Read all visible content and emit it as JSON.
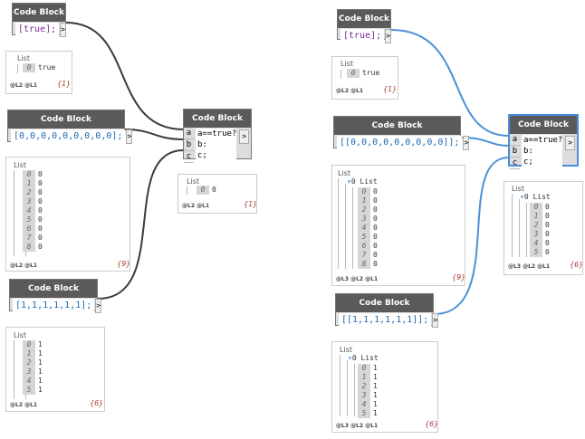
{
  "colors": {
    "wire_left": "#3b3b3b",
    "wire_right": "#4a90d9",
    "selected_border": "#4a90d9",
    "title_bar": "#5a5a5a",
    "count_text": "#a33b2f"
  },
  "node_title": "Code Block",
  "out_glyph": ">",
  "ports": [
    "a",
    "b",
    "c"
  ],
  "code_lines": [
    "a==true?",
    "b:",
    "c;"
  ],
  "list_label": "List",
  "left": {
    "true_node": {
      "code": "[true];"
    },
    "zeros_node": {
      "code": "[0,0,0,0,0,0,0,0,0];"
    },
    "ones_node": {
      "code": "[1,1,1,1,1,1];"
    },
    "watch_true": {
      "items": [
        {
          "i": "0",
          "v": "true"
        }
      ],
      "levels": "@L2 @L1",
      "count": "{1}"
    },
    "watch_zeros": {
      "items": [
        {
          "i": "0",
          "v": "0"
        },
        {
          "i": "1",
          "v": "0"
        },
        {
          "i": "2",
          "v": "0"
        },
        {
          "i": "3",
          "v": "0"
        },
        {
          "i": "4",
          "v": "0"
        },
        {
          "i": "5",
          "v": "0"
        },
        {
          "i": "6",
          "v": "0"
        },
        {
          "i": "7",
          "v": "0"
        },
        {
          "i": "8",
          "v": "0"
        }
      ],
      "levels": "@L2 @L1",
      "count": "{9}"
    },
    "watch_ones": {
      "items": [
        {
          "i": "0",
          "v": "1"
        },
        {
          "i": "1",
          "v": "1"
        },
        {
          "i": "2",
          "v": "1"
        },
        {
          "i": "3",
          "v": "1"
        },
        {
          "i": "4",
          "v": "1"
        },
        {
          "i": "5",
          "v": "1"
        }
      ],
      "levels": "@L2 @L1",
      "count": "{6}"
    },
    "watch_result": {
      "items": [
        {
          "i": "0",
          "v": "0"
        }
      ],
      "levels": "@L2 @L1",
      "count": "{1}"
    }
  },
  "right": {
    "true_node": {
      "code": "[true];"
    },
    "zeros_node": {
      "code": "[[0,0,0,0,0,0,0,0,0]];"
    },
    "ones_node": {
      "code": "[[1,1,1,1,1,1]];"
    },
    "watch_true": {
      "items": [
        {
          "i": "0",
          "v": "true"
        }
      ],
      "levels": "@L2 @L1",
      "count": "{1}"
    },
    "watch_zeros": {
      "sub": "0 List",
      "items": [
        {
          "i": "0",
          "v": "0"
        },
        {
          "i": "1",
          "v": "0"
        },
        {
          "i": "2",
          "v": "0"
        },
        {
          "i": "3",
          "v": "0"
        },
        {
          "i": "4",
          "v": "0"
        },
        {
          "i": "5",
          "v": "0"
        },
        {
          "i": "6",
          "v": "0"
        },
        {
          "i": "7",
          "v": "0"
        },
        {
          "i": "8",
          "v": "0"
        }
      ],
      "levels": "@L3 @L2 @L1",
      "count": "{9}"
    },
    "watch_ones": {
      "sub": "0 List",
      "items": [
        {
          "i": "0",
          "v": "1"
        },
        {
          "i": "1",
          "v": "1"
        },
        {
          "i": "2",
          "v": "1"
        },
        {
          "i": "3",
          "v": "1"
        },
        {
          "i": "4",
          "v": "1"
        },
        {
          "i": "5",
          "v": "1"
        }
      ],
      "levels": "@L3 @L2 @L1",
      "count": "{6}"
    },
    "watch_result": {
      "sub": "0 List",
      "items": [
        {
          "i": "0",
          "v": "0"
        },
        {
          "i": "1",
          "v": "0"
        },
        {
          "i": "2",
          "v": "0"
        },
        {
          "i": "3",
          "v": "0"
        },
        {
          "i": "4",
          "v": "0"
        },
        {
          "i": "5",
          "v": "0"
        }
      ],
      "levels": "@L3 @L2 @L1",
      "count": "{6}"
    }
  }
}
